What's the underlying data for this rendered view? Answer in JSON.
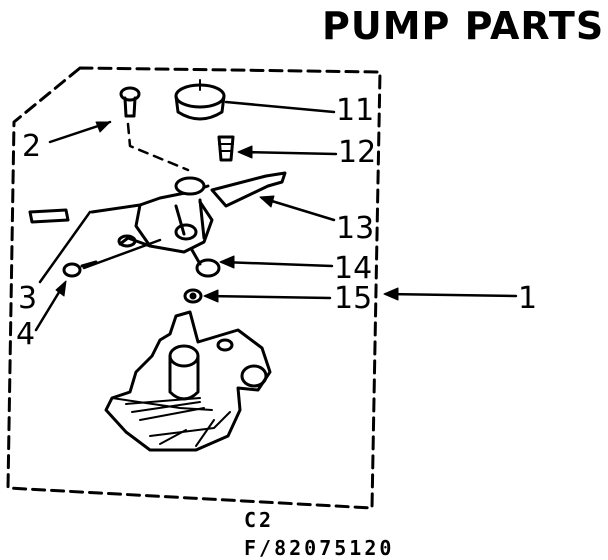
{
  "title": "PUMP PARTS",
  "callouts": {
    "c1": "1",
    "c2": "2",
    "c3": "3",
    "c4": "4",
    "c11": "11",
    "c12": "12",
    "c13": "13",
    "c14": "14",
    "c15": "15"
  },
  "footer": {
    "group_code": "C2",
    "part_number": "F/82075120"
  }
}
